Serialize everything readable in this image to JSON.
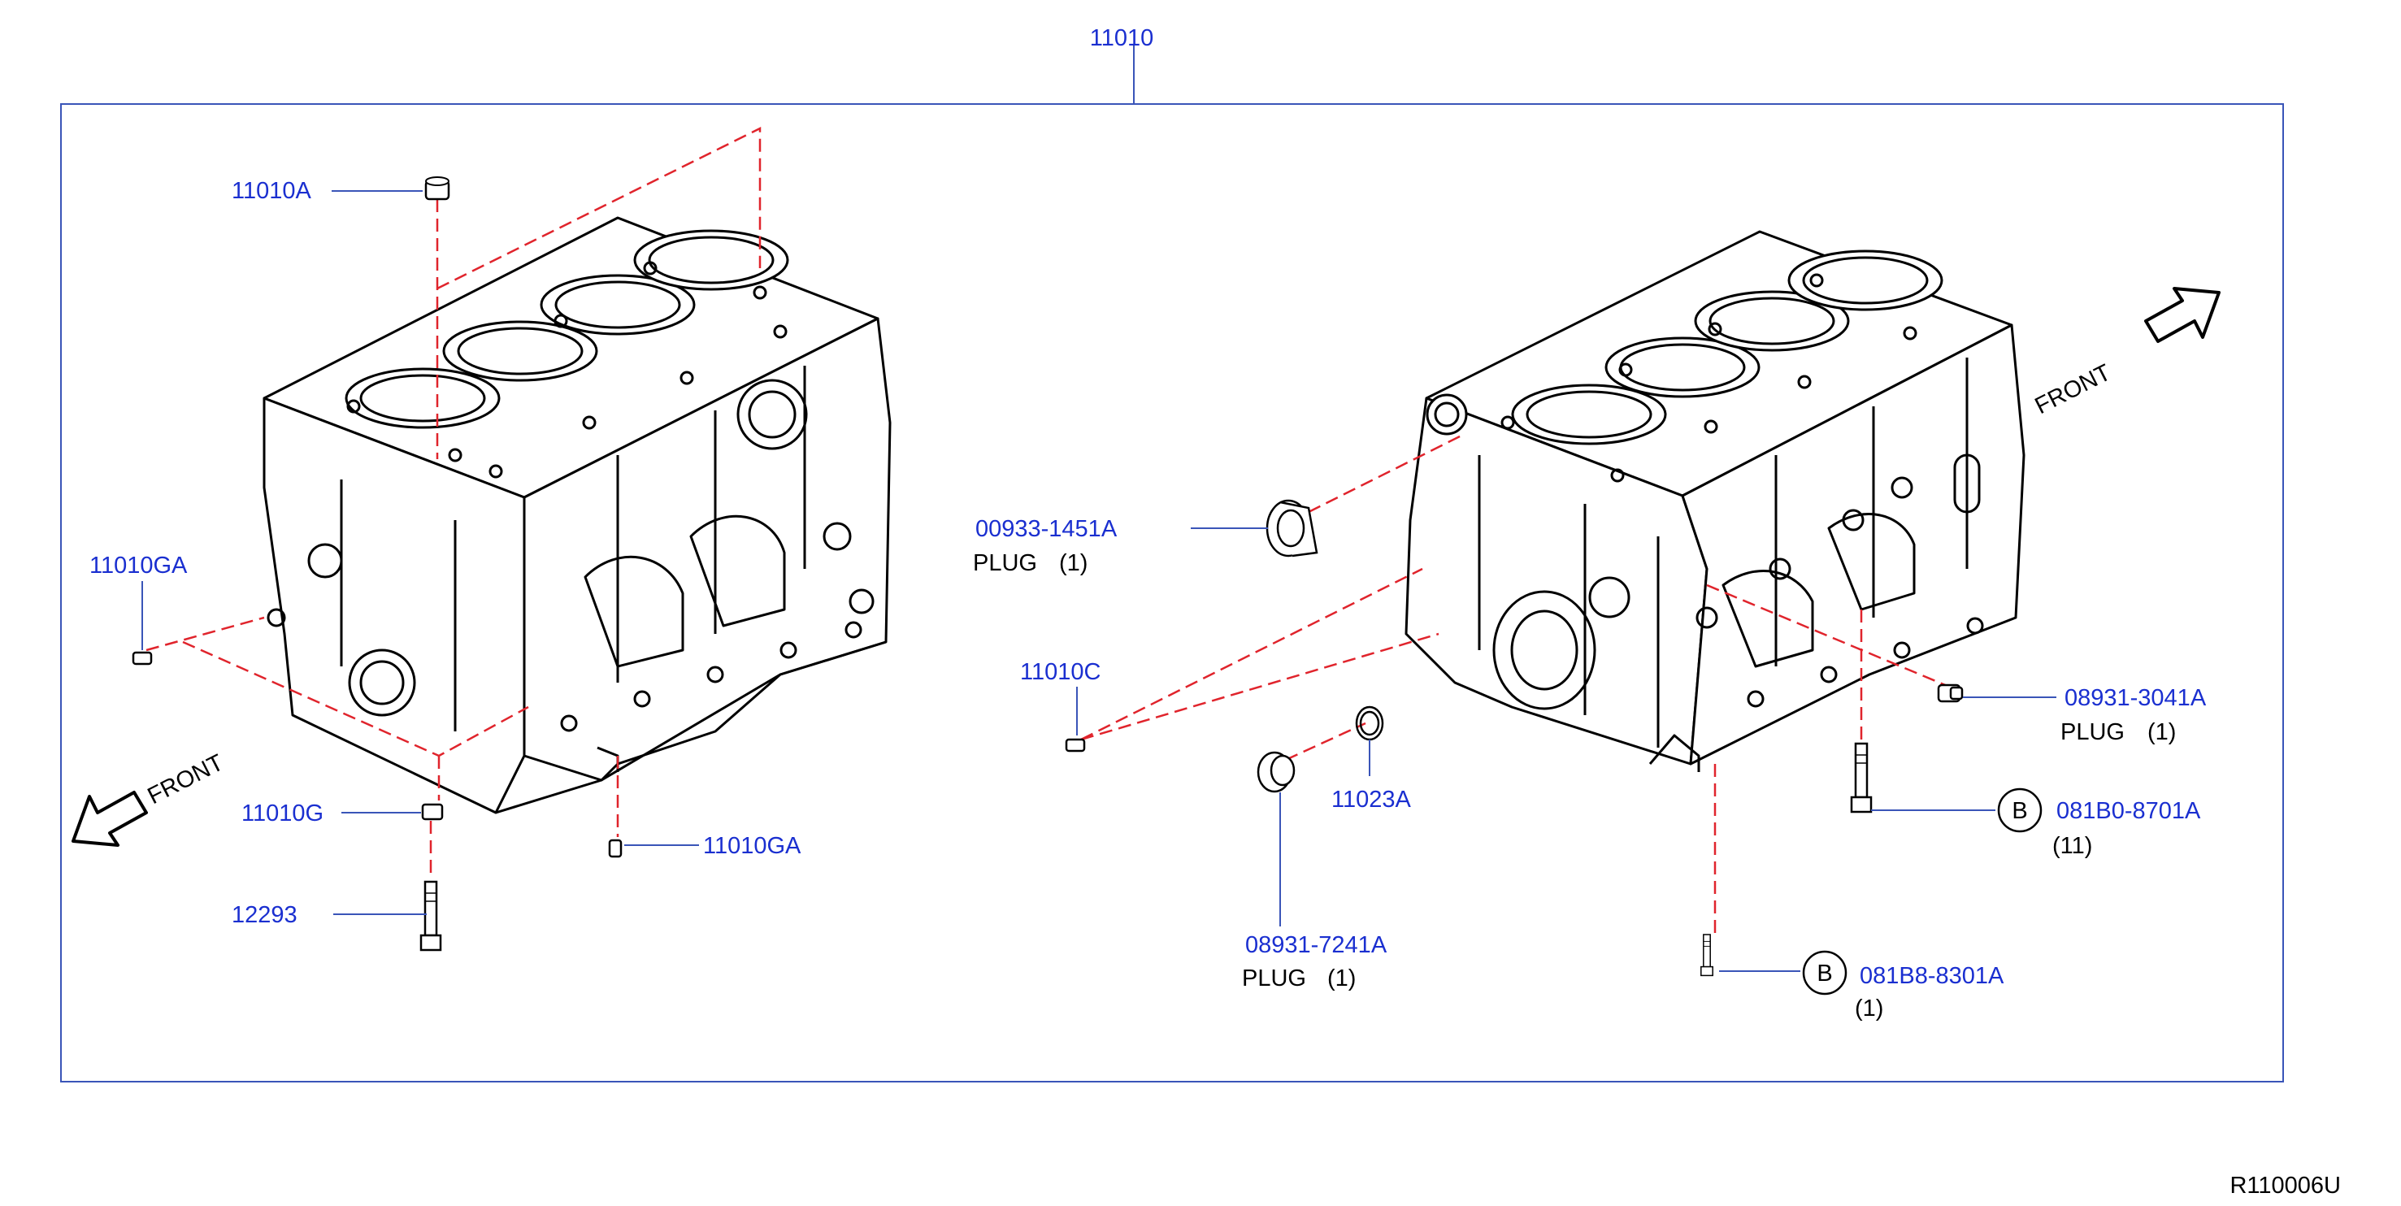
{
  "colors": {
    "part_number": "#1a2fd0",
    "frame": "#3a55b8",
    "dashed_leader": "#e0242c",
    "drawing": "#000000"
  },
  "assembly_number": "11010",
  "drawing_id": "R110006U",
  "direction_labels": {
    "left": "FRONT",
    "right": "FRONT"
  },
  "icons": [
    "front-arrow-icon",
    "circle-b-marker-icon"
  ],
  "callouts": {
    "c11010A": "11010A",
    "c11010GA_left": "11010GA",
    "c11010G": "11010G",
    "c12293": "12293",
    "c11010GA_bottom": "11010GA",
    "c00933": "00933-1451A",
    "c00933_desc": "PLUG",
    "c00933_qty": "(1)",
    "c11010C": "11010C",
    "c11023A": "11023A",
    "c08931_7241": "08931-7241A",
    "c08931_7241_desc": "PLUG",
    "c08931_7241_qty": "(1)",
    "c08931_3041": "08931-3041A",
    "c08931_3041_desc": "PLUG",
    "c08931_3041_qty": "(1)",
    "c081B0": "081B0-8701A",
    "c081B0_qty": "(11)",
    "c081B0_marker": "B",
    "c081B8": "081B8-8301A",
    "c081B8_qty": "(1)",
    "c081B8_marker": "B"
  }
}
